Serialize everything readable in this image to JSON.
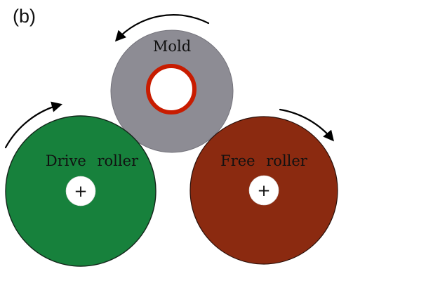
{
  "figure": {
    "panel_label": "(b)",
    "background": "#ffffff",
    "text_color": "#111111"
  },
  "mold": {
    "label": "Mold",
    "fill": "#8d8c94",
    "ring_color": "#c81c00",
    "core_fill": "#ffffff"
  },
  "drive_roller": {
    "label": "Drive roller",
    "fill": "#17813c",
    "hub_symbol": "+",
    "hub_fill": "#ffffff"
  },
  "free_roller": {
    "label": "Free roller",
    "fill": "#8b2a10",
    "hub_symbol": "+",
    "hub_fill": "#ffffff"
  },
  "arrows": {
    "color": "#000000"
  }
}
